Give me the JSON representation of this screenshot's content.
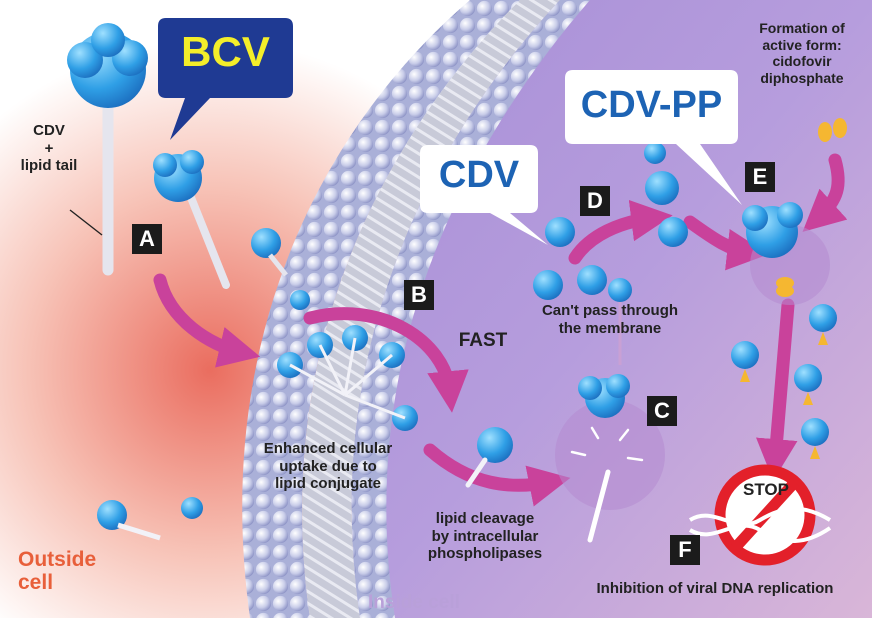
{
  "bubbles": {
    "bcv": "BCV",
    "cdv": "CDV",
    "cdvpp": "CDV-PP"
  },
  "labels": {
    "cdv_lipid": "CDV\n+\nlipid tail",
    "formation": "Formation of\nactive form:\ncidofovir\ndiphosphate",
    "cant_pass": "Can't pass through\nthe membrane",
    "fast": "FAST",
    "enhanced": "Enhanced cellular\nuptake due to\nlipid conjugate",
    "cleavage": "lipid cleavage\nby intracellular\nphospholipases",
    "inhibition": "Inhibition of viral DNA replication",
    "stop": "STOP",
    "outside": "Outside\ncell",
    "inside": "Inside cell"
  },
  "steps": [
    "A",
    "B",
    "C",
    "D",
    "E",
    "F"
  ],
  "colors": {
    "bcv_bubble": "#1f3a93",
    "bcv_text": "#f4ee2a",
    "cdv_text": "#1d63b4",
    "arrow": "#c9429b",
    "outside_text": "#e85f3a",
    "inside_text": "#b9a0d9",
    "stop_red": "#e3202a"
  }
}
